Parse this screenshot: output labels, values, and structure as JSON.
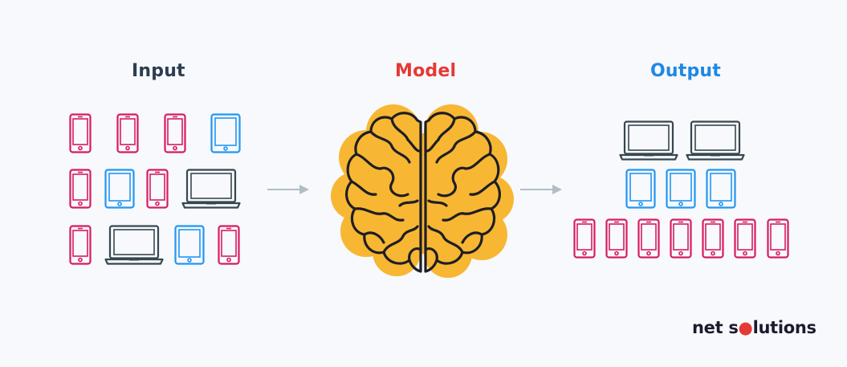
{
  "labels": {
    "input": "Input",
    "model": "Model",
    "output": "Output"
  },
  "brand": {
    "part1": "net s",
    "part2": "lutions"
  },
  "colors": {
    "phone": "#d81b60",
    "tablet": "#2196f3",
    "laptop": "#37474f",
    "input_label": "#2d3e50",
    "model_label": "#e53935",
    "output_label": "#1e88e5",
    "brain_fill": "#f7b733",
    "arrow": "#b0bec5"
  },
  "icons": {
    "phone": "smartphone-icon",
    "tablet": "tablet-icon",
    "laptop": "laptop-icon",
    "brain": "brain-icon",
    "arrow": "arrow-right-icon"
  }
}
